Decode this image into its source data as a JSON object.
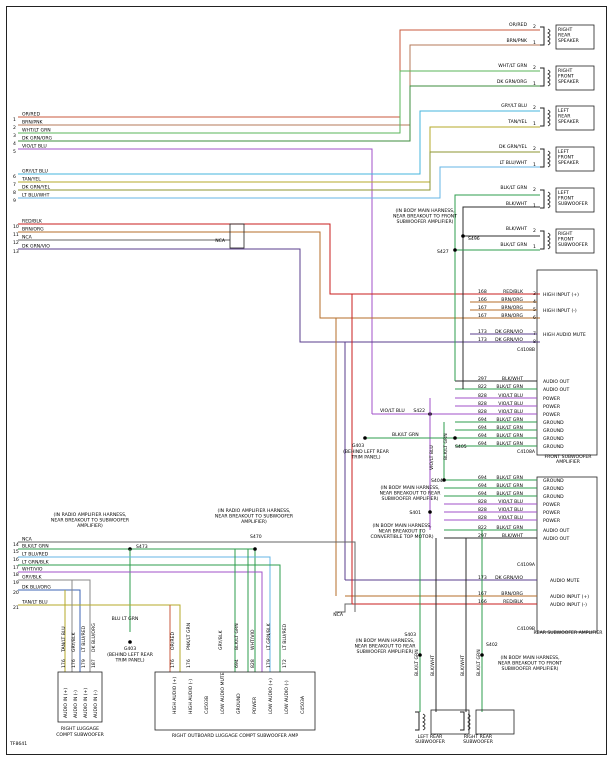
{
  "diagram_id": "TF8641",
  "colors": {
    "or_red": "#c85a3c",
    "brn_pnk": "#b4785a",
    "wht_lt_grn": "#5ab45a",
    "dk_grn_org": "#3c8c3c",
    "vio_lt_blu": "#a050c8",
    "gry_lt_blu": "#46b4dc",
    "tan_yel": "#b4aa28",
    "dk_grn_yel": "#8c9632",
    "lt_blu_wht": "#64b4e6",
    "red_blk": "#c81e1e",
    "brn_org": "#b46e28",
    "nca": "#646464",
    "dk_grn_vio": "#5a3c8c",
    "grn": "#2c9e4c",
    "blk": "#2c2c2c",
    "blu": "#3c64b4"
  },
  "left_top": [
    {
      "pin": "1",
      "wire": "OR/RED"
    },
    {
      "pin": "2",
      "wire": "BRN/PNK"
    },
    {
      "pin": "3",
      "wire": "WHT/LT GRN"
    },
    {
      "pin": "4",
      "wire": "DK GRN/ORG"
    },
    {
      "pin": "5",
      "wire": "VIO/LT BLU"
    },
    {
      "pin": "6",
      "wire": "GRY/LT BLU"
    },
    {
      "pin": "7",
      "wire": "TAN/YEL"
    },
    {
      "pin": "8",
      "wire": "DK GRN/YEL"
    },
    {
      "pin": "9",
      "wire": "LT BLU/WHT"
    },
    {
      "pin": "10",
      "wire": "RED/BLK"
    },
    {
      "pin": "11",
      "wire": "BRN/ORG"
    },
    {
      "pin": "12",
      "wire": "NCA"
    },
    {
      "pin": "13",
      "wire": "DK GRN/VIO"
    }
  ],
  "left_bottom": [
    {
      "pin": "14",
      "wire": "NCA"
    },
    {
      "pin": "15",
      "wire": "BLK/LT GRN"
    },
    {
      "pin": "16",
      "wire": "LT BLU/RED"
    },
    {
      "pin": "17",
      "wire": "LT GRN/BLK"
    },
    {
      "pin": "18",
      "wire": "WHT/VIO"
    },
    {
      "pin": "19",
      "wire": "GRY/BLK"
    },
    {
      "pin": "20",
      "wire": "DK BLU/ORG"
    },
    {
      "pin": "21",
      "wire": "TAN/LT BLU"
    }
  ],
  "speakers": [
    {
      "name": "RIGHT REAR SPEAKER",
      "w1": "OR/RED",
      "w2": "BRN/PNK"
    },
    {
      "name": "RIGHT FRONT SPEAKER",
      "w1": "WHT/LT GRN",
      "w2": "DK GRN/ORG"
    },
    {
      "name": "LEFT REAR SPEAKER",
      "w1": "GRY/LT BLU",
      "w2": "TAN/YEL"
    },
    {
      "name": "LEFT FRONT SPEAKER",
      "w1": "DK GRN/YEL",
      "w2": "LT BLU/WHT"
    },
    {
      "name": "LEFT FRONT SUBWOOFER",
      "w1": "BLK/LT GRN",
      "w2": "BLK/WHT"
    },
    {
      "name": "RIGHT FRONT SUBWOOFER",
      "w1": "BLK/WHT",
      "w2": "BLK/LT GRN"
    }
  ],
  "front_amp": {
    "title": "FRONT SUBWOOFER AMPLIFIER",
    "c4108b_rows": [
      {
        "circuit": "168",
        "wire": "RED/BLK",
        "func": "HIGH INPUT (+)"
      },
      {
        "circuit": "166",
        "wire": "BRN/ORG",
        "func": ""
      },
      {
        "circuit": "167",
        "wire": "BRN/ORG",
        "func": "HIGH INPUT (-)"
      },
      {
        "circuit": "167",
        "wire": "BRN/ORG",
        "func": ""
      },
      {
        "circuit": "173",
        "wire": "DK GRN/VIO",
        "func": "HIGH AUDIO MUTE"
      },
      {
        "circuit": "173",
        "wire": "DK GRN/VIO",
        "func": ""
      }
    ],
    "c4108b": "C4108B",
    "c4108a_rows": [
      {
        "circuit": "297",
        "wire": "BLK/WHT",
        "func": "AUDIO OUT"
      },
      {
        "circuit": "822",
        "wire": "BLK/LT GRN",
        "func": "AUDIO OUT"
      },
      {
        "circuit": "828",
        "wire": "VIO/LT BLU",
        "func": "POWER"
      },
      {
        "circuit": "828",
        "wire": "VIO/LT BLU",
        "func": "POWER"
      },
      {
        "circuit": "828",
        "wire": "VIO/LT BLU",
        "func": "POWER"
      },
      {
        "circuit": "694",
        "wire": "BLK/LT GRN",
        "func": "GROUND"
      },
      {
        "circuit": "694",
        "wire": "BLK/LT GRN",
        "func": "GROUND"
      },
      {
        "circuit": "694",
        "wire": "BLK/LT GRN",
        "func": "GROUND"
      },
      {
        "circuit": "694",
        "wire": "BLK/LT GRN",
        "func": "GROUND"
      }
    ],
    "c4108a": "C4108A"
  },
  "rear_amp": {
    "title": "REAR SUBWOOFER AMPLIFIER",
    "c4109a_rows": [
      {
        "circuit": "694",
        "wire": "BLK/LT GRN",
        "func": "GROUND"
      },
      {
        "circuit": "694",
        "wire": "BLK/LT GRN",
        "func": "GROUND"
      },
      {
        "circuit": "694",
        "wire": "BLK/LT GRN",
        "func": "GROUND"
      },
      {
        "circuit": "828",
        "wire": "VIO/LT BLU",
        "func": "POWER"
      },
      {
        "circuit": "828",
        "wire": "VIO/LT BLU",
        "func": "POWER"
      },
      {
        "circuit": "828",
        "wire": "VIO/LT BLU",
        "func": "POWER"
      },
      {
        "circuit": "822",
        "wire": "BLK/LT GRN",
        "func": "AUDIO OUT"
      },
      {
        "circuit": "297",
        "wire": "BLK/WHT",
        "func": "AUDIO OUT"
      }
    ],
    "c4109a": "C4109A",
    "c4109b_rows": [
      {
        "circuit": "173",
        "wire": "DK GRN/VIO",
        "func": "AUDIO MUTE"
      },
      {
        "circuit": "167",
        "wire": "BRN/ORG",
        "func": "AUDIO INPUT (+)"
      },
      {
        "circuit": "166",
        "wire": "RED/BLK",
        "func": "AUDIO INPUT (-)"
      }
    ],
    "c4109b": "C4109B"
  },
  "splices": {
    "s496": "S496",
    "s427": "S427",
    "s422": "S422",
    "s405": "S405",
    "s404": "S404",
    "s401": "S401",
    "s403": "S403",
    "s402": "S402",
    "s473": "S473",
    "s470": "S470",
    "g403a": "G403",
    "g403a_desc": "(BEHIND LEFT REAR TRIM PANEL)",
    "g403b": "G403",
    "g403b_desc": "(BEHIND LEFT REAR TRIM PANEL)",
    "n_bodymain_front": "(IN BODY MAIN HARNESS, NEAR BREAKOUT TO FRONT SUBWOOFER AMPLIFIER)",
    "n_bodymain_rear": "(IN BODY MAIN HARNESS, NEAR BREAKOUT TO REAR SUBWOOFER AMPLIFIER)",
    "n_bodymain_top": "(IN BODY MAIN HARNESS, NEAR BREAKOUT TO CONVERTIBLE TOP MOTOR)",
    "n_bodymain_s403": "(IN BODY MAIN HARNESS, NEAR BREAKOUT TO REAR SUBWOOFER AMPLIFIER)",
    "n_bodymain_s402": "(IN BODY MAIN HARNESS, NEAR BREAKOUT TO FRONT SUBWOOFER AMPLIFIER)",
    "n_radio_amp": "(IN RADIO AMPLIFIER HARNESS, NEAR BREAKOUT TO SUBWOOFER AMPLIFIER)",
    "n_radio_amp2": "(IN RADIO AMPLIFIER HARNESS, NEAR BREAKOUT TO SUBWOOFER AMPLIFIER)",
    "nca": "NCA",
    "blu_lt_grn": "BLU LT GRN",
    "blk_lt_grn_vert": "BLK/LT GRN",
    "vio_lt_blu_vert": "VIO/LT BLU"
  },
  "bottom": {
    "right_luggage": "RIGHT LUGGAGE COMPT SUBWOOFER",
    "right_outboard": "RIGHT OUTBOARD LUGGAGE COMPT SUBWOOFER AMP",
    "left_rear_sub": "LEFT REAR SUBWOOFER",
    "right_rear_sub": "RIGHT REAR SUBWOOFER",
    "lug_pins": [
      {
        "c": "176",
        "w": "TAN/LT BLU",
        "f": "AUDIO IN (+)"
      },
      {
        "c": "176",
        "w": "GRY/BLK",
        "f": "AUDIO IN (-)"
      },
      {
        "c": "179",
        "w": "LT BLU/RED",
        "f": "AUDIO IN (+)"
      },
      {
        "c": "187",
        "w": "DK BLU/ORG",
        "f": "AUDIO IN (-)"
      }
    ],
    "amp_pins": [
      {
        "c": "176",
        "w": "OR/RED",
        "f": "HIGH AUDIO (+)"
      },
      {
        "c": "176",
        "w": "PNK/LT GRN",
        "f": "HIGH AUDIO (-)"
      },
      {
        "c": "",
        "w": "",
        "f": "C4503B"
      },
      {
        "c": "",
        "w": "GRY/BLK",
        "f": "LOW AUDIO MUTE"
      },
      {
        "c": "694",
        "w": "BLK/LT GRN",
        "f": "GROUND"
      },
      {
        "c": "828",
        "w": "WHT/VIO",
        "f": "POWER"
      },
      {
        "c": "179",
        "w": "LT GRN/BLK",
        "f": "LOW AUDIO (+)"
      },
      {
        "c": "172",
        "w": "LT BLU/RED",
        "f": "LOW AUDIO (-)"
      },
      {
        "c": "",
        "w": "",
        "f": "C4503A"
      }
    ],
    "lrs_w1": "BLK/LT GRN",
    "lrs_w2": "BLK/WHT",
    "rrs_w1": "BLK/WHT",
    "rrs_w2": "BLK/LT GRN",
    "s402_note": "(IN BODY MAIN HARNESS, NEAR BREAKOUT TO FRONT SUBWOOFER AMPLIFIER)"
  }
}
